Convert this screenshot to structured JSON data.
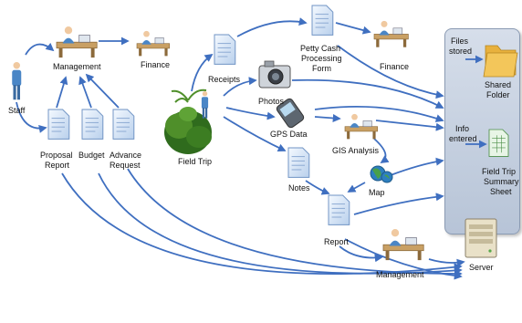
{
  "labels": {
    "staff": "Staff",
    "management_top": "Management",
    "finance_top": "Finance",
    "proposal": "Proposal",
    "report_left": "Report",
    "budget": "Budget",
    "advance": "Advance",
    "request": "Request",
    "receipts": "Receipts",
    "field_trip": "Field Trip",
    "photos": "Photos",
    "gps_data": "GPS Data",
    "petty_cash_1": "Petty Cash",
    "petty_cash_2": "Processing",
    "petty_cash_3": "Form",
    "finance_right": "Finance",
    "gis_analysis": "GIS Analysis",
    "notes": "Notes",
    "map": "Map",
    "report_bottom": "Report",
    "management_bottom": "Management",
    "server": "Server",
    "files_stored_1": "Files",
    "files_stored_2": "stored",
    "shared_folder_1": "Shared",
    "shared_folder_2": "Folder",
    "info_entered_1": "Info",
    "info_entered_2": "entered",
    "summary_1": "Field Trip",
    "summary_2": "Summary",
    "summary_3": "Sheet"
  },
  "colors": {
    "arrow": "#3f6fc0",
    "panel": "#c7d1e0",
    "document": "#dbe8f7",
    "folder": "#f3c65a",
    "figure": "#4a86c6"
  }
}
